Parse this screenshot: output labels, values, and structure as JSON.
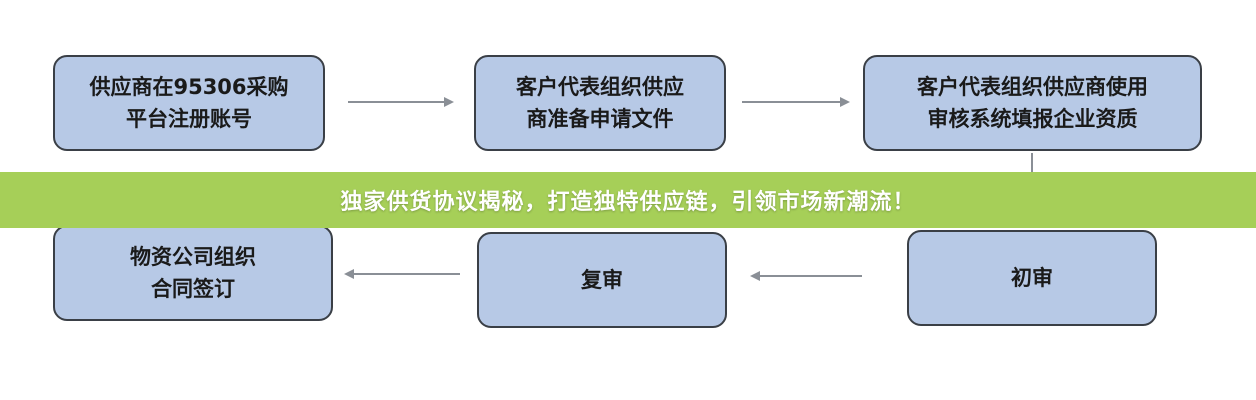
{
  "diagram": {
    "steps": [
      {
        "id": "register",
        "lines": [
          "供应商在95306采购",
          "平台注册账号"
        ]
      },
      {
        "id": "prepare-docs",
        "lines": [
          "客户代表组织供应",
          "商准备申请文件"
        ]
      },
      {
        "id": "fill-qualification",
        "lines": [
          "客户代表组织供应商使用",
          "审核系统填报企业资质"
        ]
      },
      {
        "id": "initial-review",
        "lines": [
          "初审"
        ]
      },
      {
        "id": "re-review",
        "lines": [
          "复审"
        ]
      },
      {
        "id": "sign-contract",
        "lines": [
          "物资公司组织",
          "合同签订"
        ]
      }
    ]
  },
  "banner": {
    "text": "独家供货协议揭秘，打造独特供应链，引领市场新潮流！"
  },
  "colors": {
    "box_fill": "#b7c9e6",
    "box_border": "#3a3f46",
    "arrow": "#8a8f96",
    "banner_bg": "#a6cf58",
    "banner_text": "#ffffff"
  }
}
